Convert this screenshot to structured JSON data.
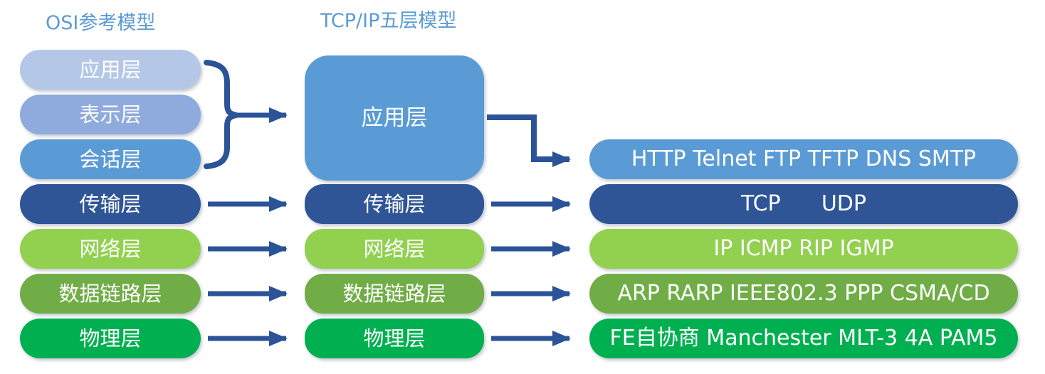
{
  "titles": {
    "osi": "OSI参考模型",
    "tcpip": "TCP/IP五层模型"
  },
  "colors": {
    "title_text": "#5B9BD5",
    "arrow": "#2B5398",
    "box_text": "#FFFFFF",
    "light_periwinkle": "#B4C7E7",
    "periwinkle": "#8FAADC",
    "medium_blue": "#5B9BD5",
    "dark_blue": "#2F5597",
    "light_green": "#92D050",
    "medium_green": "#70AD47",
    "bright_green": "#00B050"
  },
  "osi": {
    "layers": [
      {
        "label": "应用层",
        "color": "#B4C7E7"
      },
      {
        "label": "表示层",
        "color": "#8FAADC"
      },
      {
        "label": "会话层",
        "color": "#5B9BD5"
      },
      {
        "label": "传输层",
        "color": "#2F5597"
      },
      {
        "label": "网络层",
        "color": "#92D050"
      },
      {
        "label": "数据链路层",
        "color": "#70AD47"
      },
      {
        "label": "物理层",
        "color": "#00B050"
      }
    ]
  },
  "tcpip": {
    "layers": [
      {
        "label": "应用层",
        "color": "#5B9BD5"
      },
      {
        "label": "传输层",
        "color": "#2F5597"
      },
      {
        "label": "网络层",
        "color": "#92D050"
      },
      {
        "label": "数据链路层",
        "color": "#70AD47"
      },
      {
        "label": "物理层",
        "color": "#00B050"
      }
    ]
  },
  "protocols": {
    "rows": [
      {
        "label": "HTTP Telnet FTP TFTP DNS SMTP",
        "color": "#5B9BD5"
      },
      {
        "label": "TCP      UDP",
        "color": "#2F5597"
      },
      {
        "label": "IP ICMP RIP IGMP",
        "color": "#92D050"
      },
      {
        "label": "ARP RARP IEEE802.3 PPP CSMA/CD",
        "color": "#70AD47"
      },
      {
        "label": "FE自协商 Manchester MLT-3 4A PAM5",
        "color": "#00B050"
      }
    ]
  }
}
